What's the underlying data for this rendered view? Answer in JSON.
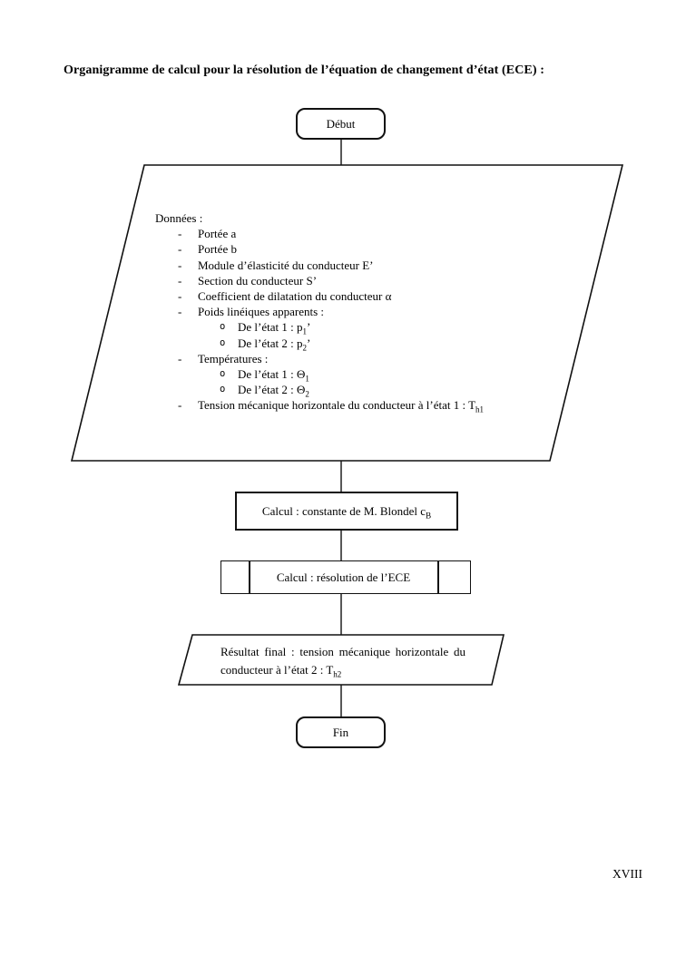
{
  "title": "Organigramme de calcul pour la résolution de l’équation de changement d’état (ECE) :",
  "page_number": "XVIII",
  "colors": {
    "line": "#111111",
    "background": "#ffffff"
  },
  "flowchart": {
    "start_label": "Début",
    "end_label": "Fin",
    "data_block": {
      "header": "Données :",
      "items": [
        {
          "level": 1,
          "bullet": "-",
          "segments": [
            {
              "t": "Portée a"
            }
          ]
        },
        {
          "level": 1,
          "bullet": "-",
          "segments": [
            {
              "t": "Portée b"
            }
          ]
        },
        {
          "level": 1,
          "bullet": "-",
          "segments": [
            {
              "t": "Module d’élasticité du conducteur E’"
            }
          ]
        },
        {
          "level": 1,
          "bullet": "-",
          "segments": [
            {
              "t": "Section du conducteur S’"
            }
          ]
        },
        {
          "level": 1,
          "bullet": "-",
          "segments": [
            {
              "t": "Coefficient de dilatation du conducteur α"
            }
          ]
        },
        {
          "level": 1,
          "bullet": "-",
          "segments": [
            {
              "t": "Poids linéiques apparents :"
            }
          ]
        },
        {
          "level": 2,
          "bullet": "o",
          "segments": [
            {
              "t": "De l’état 1 : p"
            },
            {
              "t": "1",
              "sub": true
            },
            {
              "t": "’"
            }
          ]
        },
        {
          "level": 2,
          "bullet": "o",
          "segments": [
            {
              "t": "De l’état 2 : p"
            },
            {
              "t": "2",
              "sub": true
            },
            {
              "t": "’"
            }
          ]
        },
        {
          "level": 1,
          "bullet": "-",
          "segments": [
            {
              "t": "Températures :"
            }
          ]
        },
        {
          "level": 2,
          "bullet": "o",
          "segments": [
            {
              "t": "De l’état 1 : Θ"
            },
            {
              "t": "1",
              "sub": true
            }
          ]
        },
        {
          "level": 2,
          "bullet": "o",
          "segments": [
            {
              "t": "De l’état 2 : Θ"
            },
            {
              "t": "2",
              "sub": true
            }
          ]
        },
        {
          "level": 1,
          "bullet": "-",
          "segments": [
            {
              "t": "Tension mécanique horizontale du conducteur à l’état 1 : T"
            },
            {
              "t": "h1",
              "sub": true
            }
          ]
        }
      ]
    },
    "process_blondel": {
      "segments": [
        {
          "t": "Calcul : constante de M. Blondel c"
        },
        {
          "t": "B",
          "sub": true
        }
      ]
    },
    "process_ece": {
      "label": "Calcul : résolution de l’ECE"
    },
    "result_block": {
      "segments": [
        {
          "t": "Résultat final : tension mécanique horizontale du conducteur à l’état 2 : T"
        },
        {
          "t": "h2",
          "sub": true
        }
      ]
    }
  }
}
